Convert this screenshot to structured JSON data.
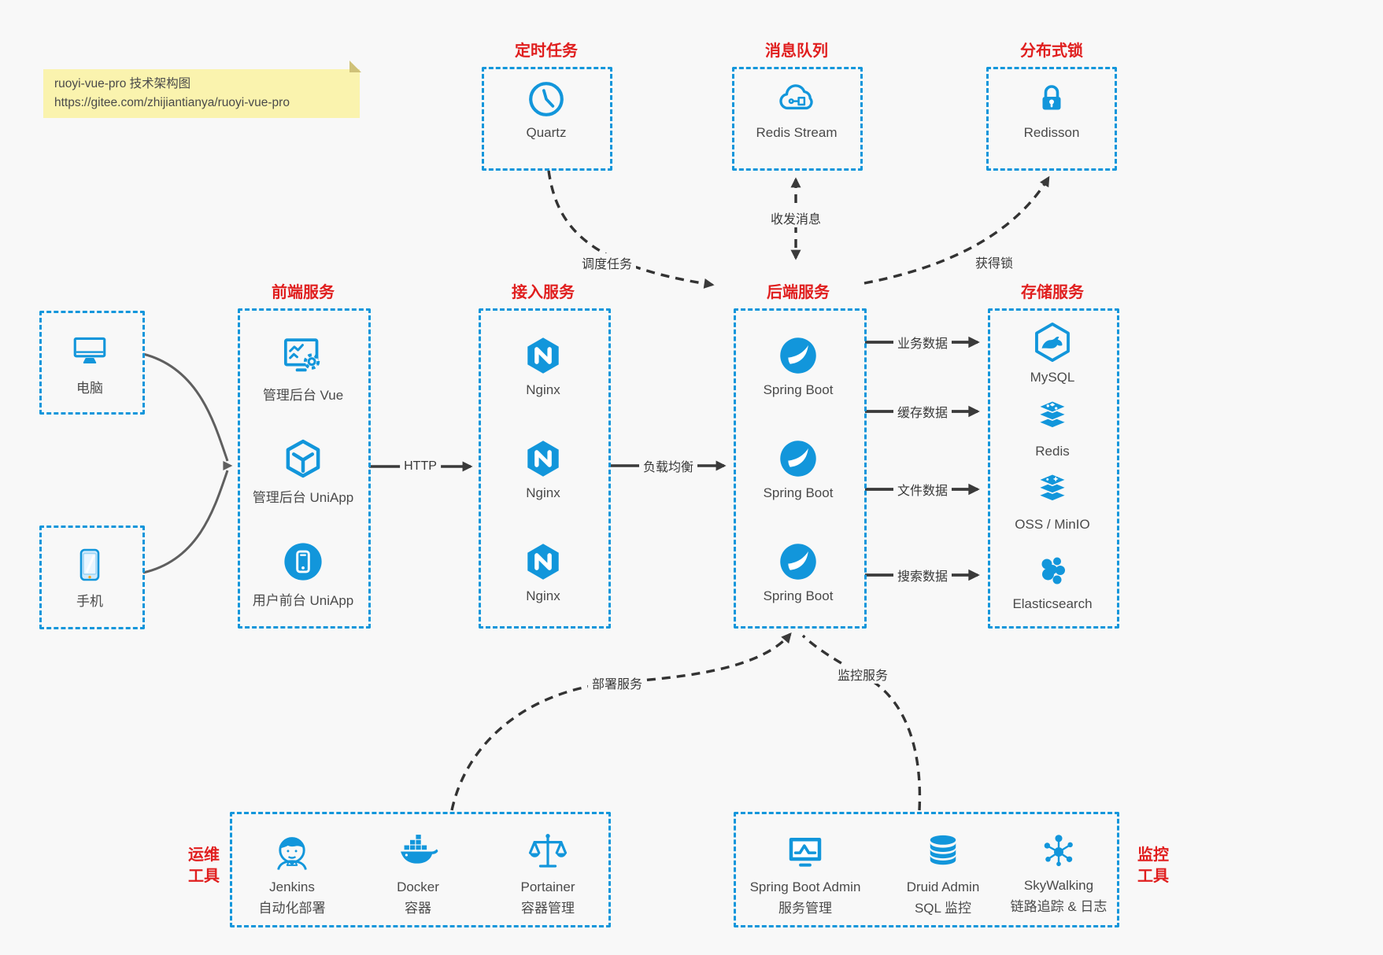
{
  "note": {
    "line1": "ruoyi-vue-pro 技术架构图",
    "line2": "https://gitee.com/zhijiantianya/ruoyi-vue-pro"
  },
  "colors": {
    "accent_blue": "#1296db",
    "title_red": "#e01e1e",
    "box_dash_blue": "#1296db",
    "arrow_dark": "#3a3a3a",
    "arrow_gray": "#5f5f5f",
    "note_bg": "#faf3ae",
    "background": "#f8f8f8"
  },
  "groups": {
    "scheduled": {
      "title": "定时任务",
      "items": [
        {
          "label": "Quartz",
          "icon": "clock-icon"
        }
      ]
    },
    "mq": {
      "title": "消息队列",
      "items": [
        {
          "label": "Redis Stream",
          "icon": "cloud-circuit-icon"
        }
      ]
    },
    "lock": {
      "title": "分布式锁",
      "items": [
        {
          "label": "Redisson",
          "icon": "lock-icon"
        }
      ]
    },
    "clients": {
      "items": [
        {
          "label": "电脑",
          "icon": "desktop-icon"
        },
        {
          "label": "手机",
          "icon": "phone-icon"
        }
      ]
    },
    "frontend": {
      "title": "前端服务",
      "items": [
        {
          "label": "管理后台 Vue",
          "icon": "admin-vue-icon"
        },
        {
          "label": "管理后台 UniApp",
          "icon": "uniapp-cube-icon"
        },
        {
          "label": "用户前台 UniApp",
          "icon": "user-uniapp-icon"
        }
      ]
    },
    "access": {
      "title": "接入服务",
      "items": [
        {
          "label": "Nginx",
          "icon": "nginx-icon"
        },
        {
          "label": "Nginx",
          "icon": "nginx-icon"
        },
        {
          "label": "Nginx",
          "icon": "nginx-icon"
        }
      ]
    },
    "backend": {
      "title": "后端服务",
      "items": [
        {
          "label": "Spring Boot",
          "icon": "spring-icon"
        },
        {
          "label": "Spring Boot",
          "icon": "spring-icon"
        },
        {
          "label": "Spring Boot",
          "icon": "spring-icon"
        }
      ]
    },
    "storage": {
      "title": "存储服务",
      "items": [
        {
          "label": "MySQL",
          "icon": "mysql-icon"
        },
        {
          "label": "Redis",
          "icon": "redis-stack-icon"
        },
        {
          "label": "OSS / MinIO",
          "icon": "oss-stack-icon"
        },
        {
          "label": "Elasticsearch",
          "icon": "elasticsearch-icon"
        }
      ]
    },
    "ops": {
      "title_line1": "运维",
      "title_line2": "工具",
      "items": [
        {
          "name": "Jenkins",
          "desc": "自动化部署",
          "icon": "jenkins-icon"
        },
        {
          "name": "Docker",
          "desc": "容器",
          "icon": "docker-icon"
        },
        {
          "name": "Portainer",
          "desc": "容器管理",
          "icon": "scales-icon"
        }
      ]
    },
    "monitor": {
      "title_line1": "监控",
      "title_line2": "工具",
      "items": [
        {
          "name": "Spring Boot Admin",
          "desc": "服务管理",
          "icon": "monitor-chart-icon"
        },
        {
          "name": "Druid Admin",
          "desc": "SQL 监控",
          "icon": "database-icon"
        },
        {
          "name": "SkyWalking",
          "desc": "链路追踪 & 日志",
          "icon": "topology-icon"
        }
      ]
    }
  },
  "edges": {
    "http": "HTTP",
    "load_balance": "负载均衡",
    "schedule": "调度任务",
    "send_receive": "收发消息",
    "acquire_lock": "获得锁",
    "business_data": "业务数据",
    "cache_data": "缓存数据",
    "file_data": "文件数据",
    "search_data": "搜索数据",
    "deploy": "部署服务",
    "monitor": "监控服务"
  }
}
